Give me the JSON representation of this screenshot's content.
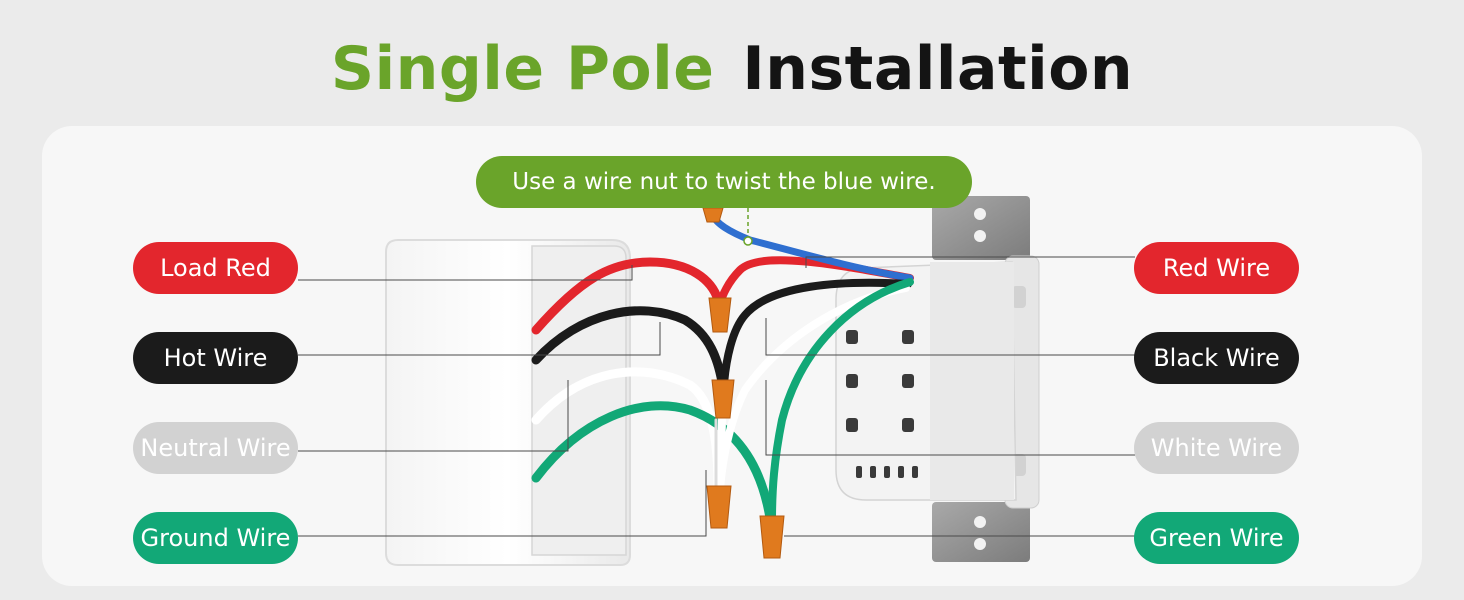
{
  "title": {
    "part1": "Single Pole",
    "part2": "Installation"
  },
  "tip": "Use a wire nut to twist the blue wire.",
  "left_labels": [
    "Load Red",
    "Hot Wire",
    "Neutral Wire",
    "Ground Wire"
  ],
  "right_labels": [
    "Red Wire",
    "Black Wire",
    "White Wire",
    "Green Wire"
  ],
  "colors": {
    "title_green": "#6aa42a",
    "red": "#e3262d",
    "black": "#1b1b1b",
    "white_wire": "#d2d2d2",
    "green_wire": "#12a877",
    "wire_nut": "#e07a1e",
    "blue": "#2f6fd0"
  }
}
